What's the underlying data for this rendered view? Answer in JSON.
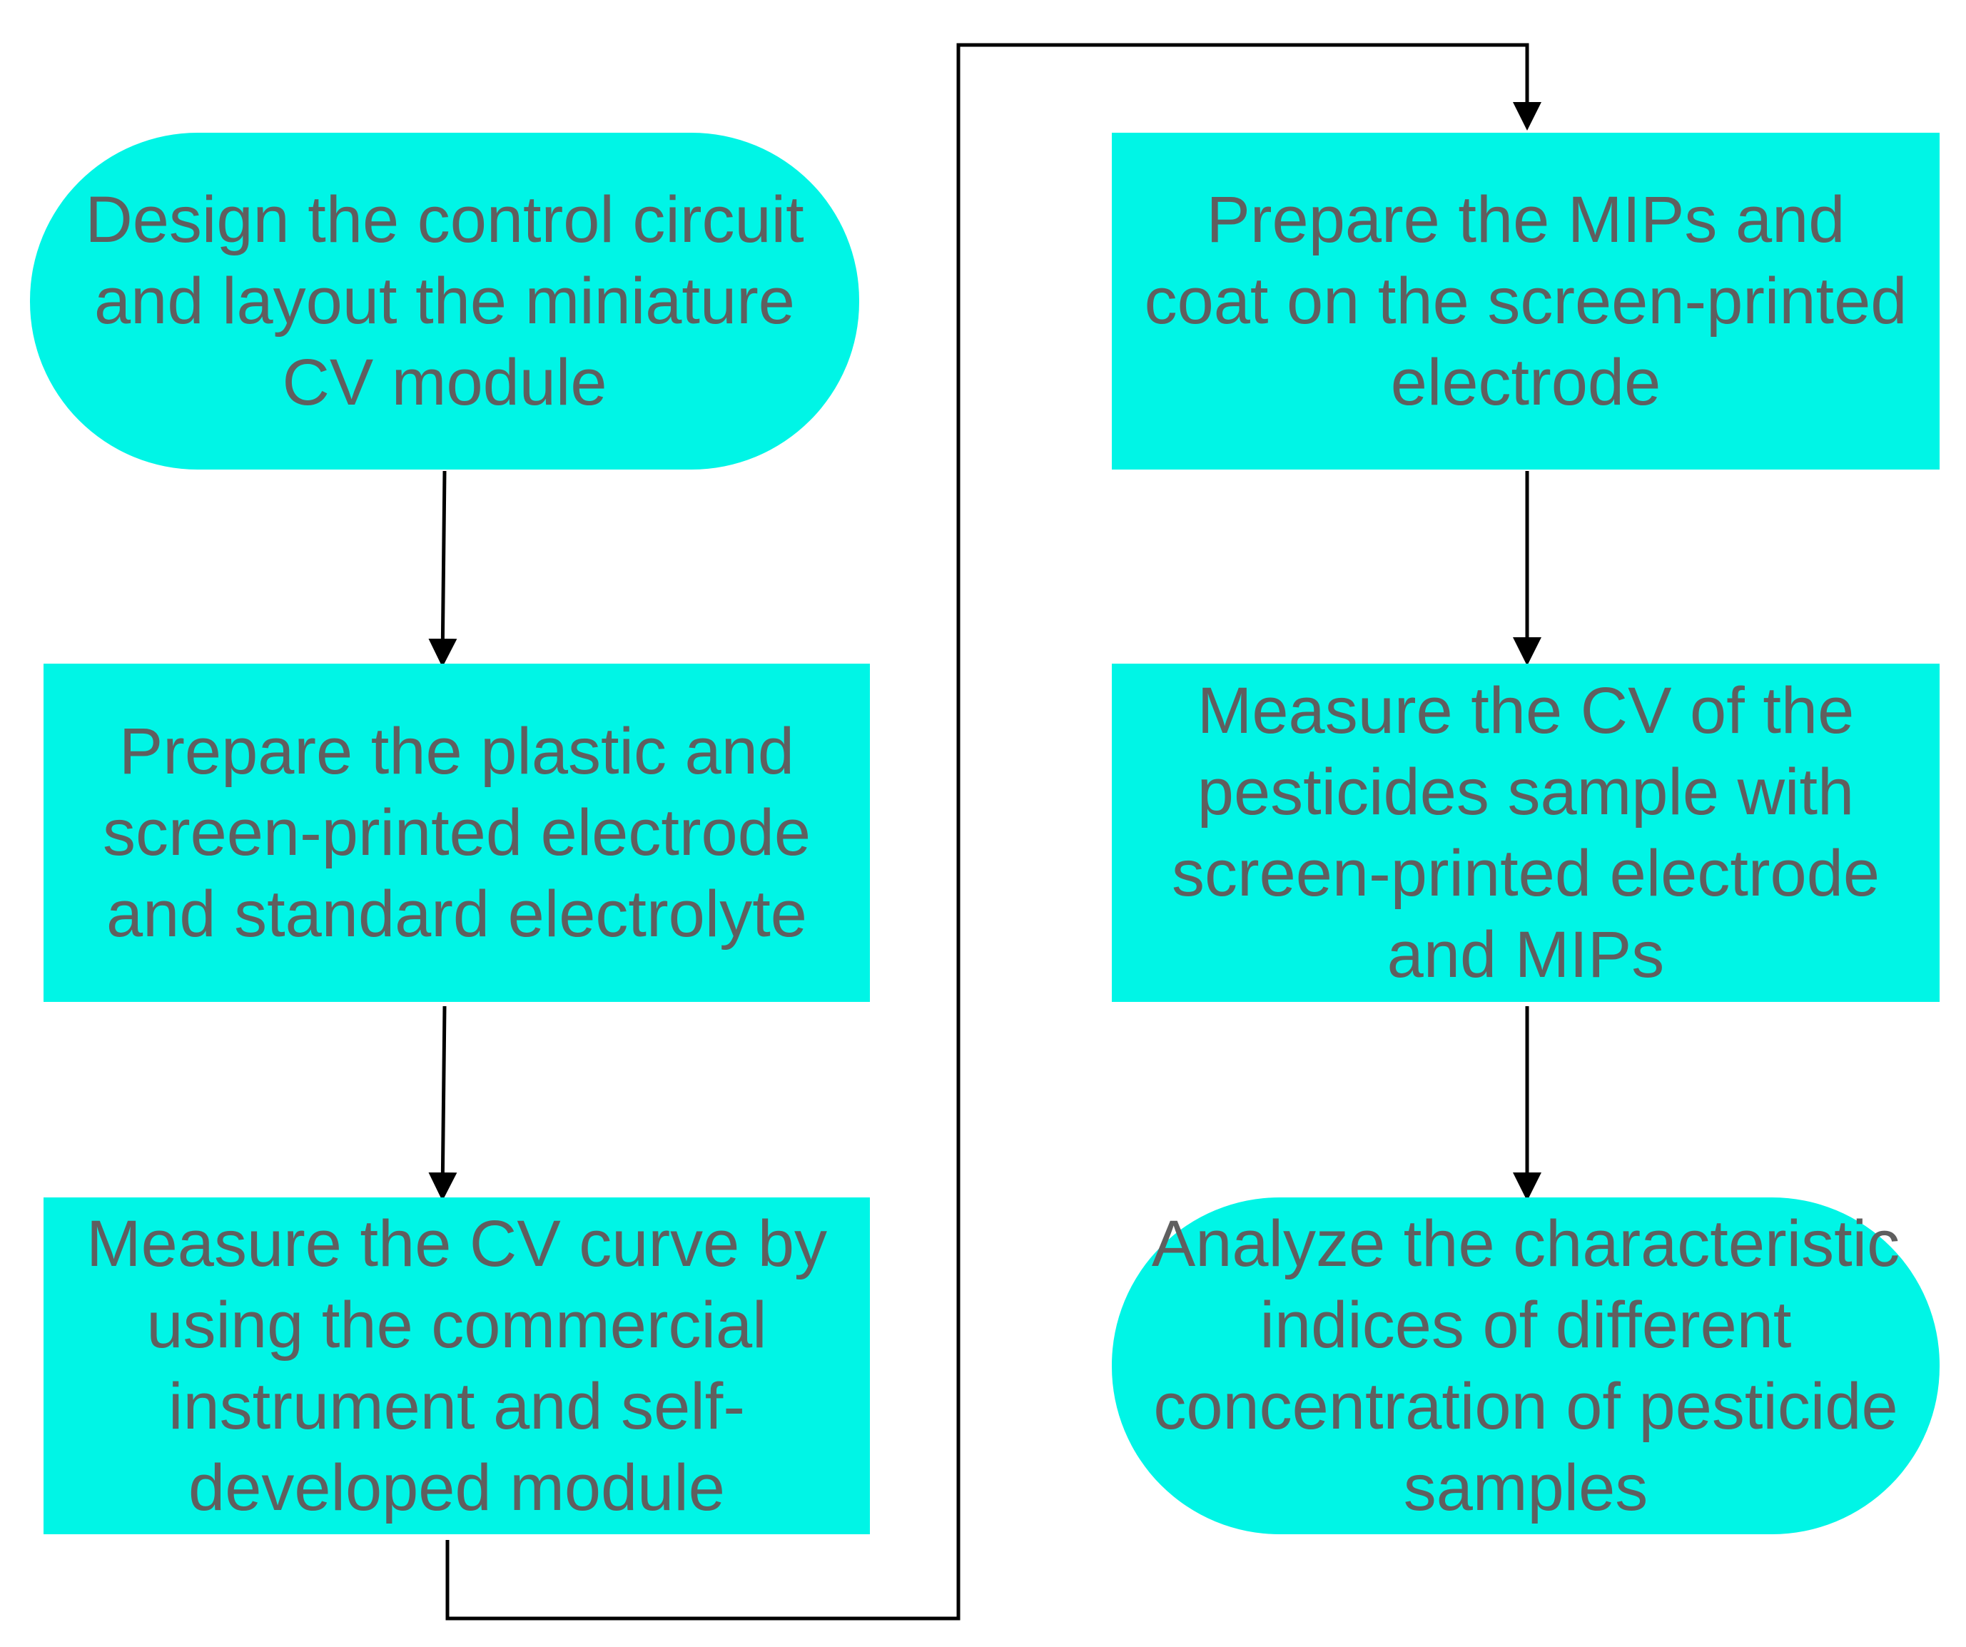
{
  "diagram": {
    "colors": {
      "node_fill": "#00f5e6",
      "node_text": "#5f5f5f",
      "connector": "#000000"
    },
    "steps": [
      {
        "id": "step1",
        "shape": "rounded",
        "text": "Design the control circuit\nand layout the miniature\nCV module"
      },
      {
        "id": "step2",
        "shape": "rect",
        "text": "Prepare the plastic and\nscreen-printed electrode\nand standard electrolyte"
      },
      {
        "id": "step3",
        "shape": "rect",
        "text": "Measure the CV curve by\nusing the commercial\ninstrument and self-\ndeveloped module"
      },
      {
        "id": "step4",
        "shape": "rect",
        "text": "Prepare the MIPs and\ncoat on the screen-printed\nelectrode"
      },
      {
        "id": "step5",
        "shape": "rect",
        "text": "Measure the CV of the\npesticides sample with\nscreen-printed electrode\nand MIPs"
      },
      {
        "id": "step6",
        "shape": "rounded",
        "text": "Analyze the characteristic\nindices of different\nconcentration of pesticide\nsamples"
      }
    ],
    "flow": [
      [
        "step1",
        "step2"
      ],
      [
        "step2",
        "step3"
      ],
      [
        "step3",
        "step4"
      ],
      [
        "step4",
        "step5"
      ],
      [
        "step5",
        "step6"
      ]
    ]
  }
}
